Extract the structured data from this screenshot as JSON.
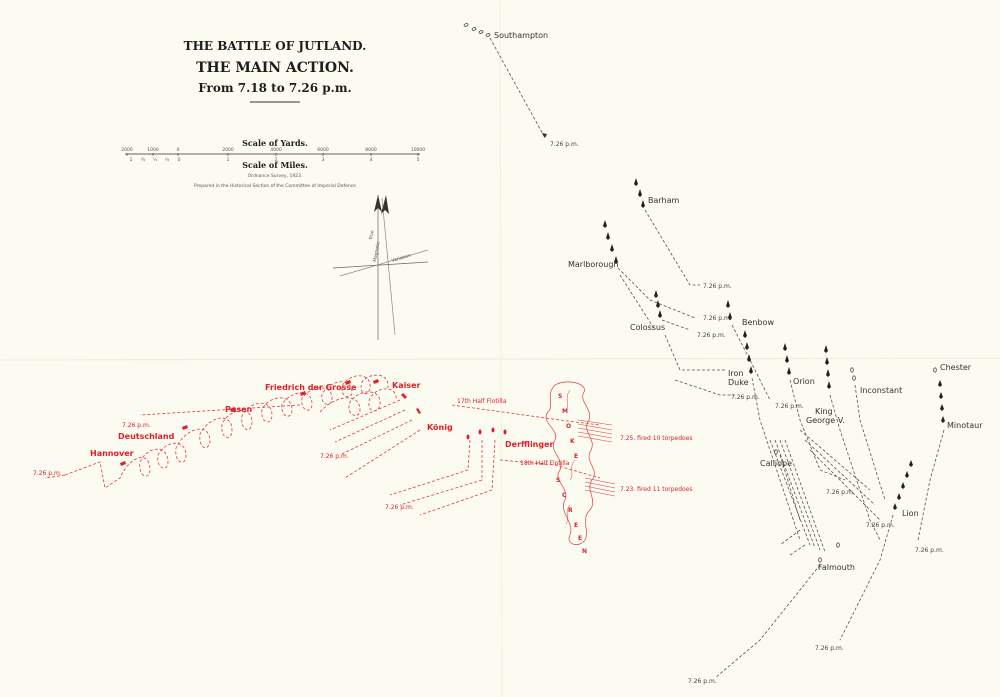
{
  "title": {
    "line1": "THE BATTLE OF JUTLAND.",
    "line2": "THE MAIN ACTION.",
    "line3": "From 7.18 to 7.26 p.m."
  },
  "scale": {
    "yards_title": "Scale of Yards.",
    "miles_title": "Scale of Miles.",
    "yards_ticks": [
      "2000",
      "1000",
      "0",
      "2000",
      "4000",
      "6000",
      "8000",
      "10000"
    ],
    "miles_ticks": [
      "1",
      "¾",
      "½",
      "¼",
      "0",
      "1",
      "2",
      "3",
      "4",
      "5"
    ],
    "survey_note": "Ordnance Survey, 1923.",
    "prepared_note": "Prepared in the Historical Section of the Committee of Imperial Defence"
  },
  "compass": {
    "true_label": "True",
    "mag_label": "Magnetic",
    "var_label": "Variation"
  },
  "british": {
    "ships": [
      "Southampton",
      "Barham",
      "Marlborough",
      "Colossus",
      "Benbow",
      "Iron Duke",
      "Orion",
      "Inconstant",
      "King George V.",
      "Calliope",
      "Chester",
      "Minotaur",
      "Lion",
      "Falmouth"
    ],
    "time_label": "7.26 p.m."
  },
  "german": {
    "ships": [
      "Friedrich der Grosse",
      "Kaiser",
      "Posen",
      "Deutschland",
      "Hannover",
      "König",
      "Derfflinger"
    ],
    "flotilla_17": "17th Half Flotilla",
    "flotilla_18": "18th Half Flotilla",
    "torp_725": "7.25. fired 10 torpedoes",
    "torp_723": "7.23. fired 11 torpedoes",
    "smoke_letters": [
      "S",
      "M",
      "O",
      "K",
      "E",
      "S",
      "C",
      "R",
      "E",
      "E",
      "N"
    ],
    "time_label": "7.26 p.m."
  },
  "colors": {
    "british": "#3a3a3a",
    "german": "#e0202a",
    "paper": "#fbfbf1"
  }
}
